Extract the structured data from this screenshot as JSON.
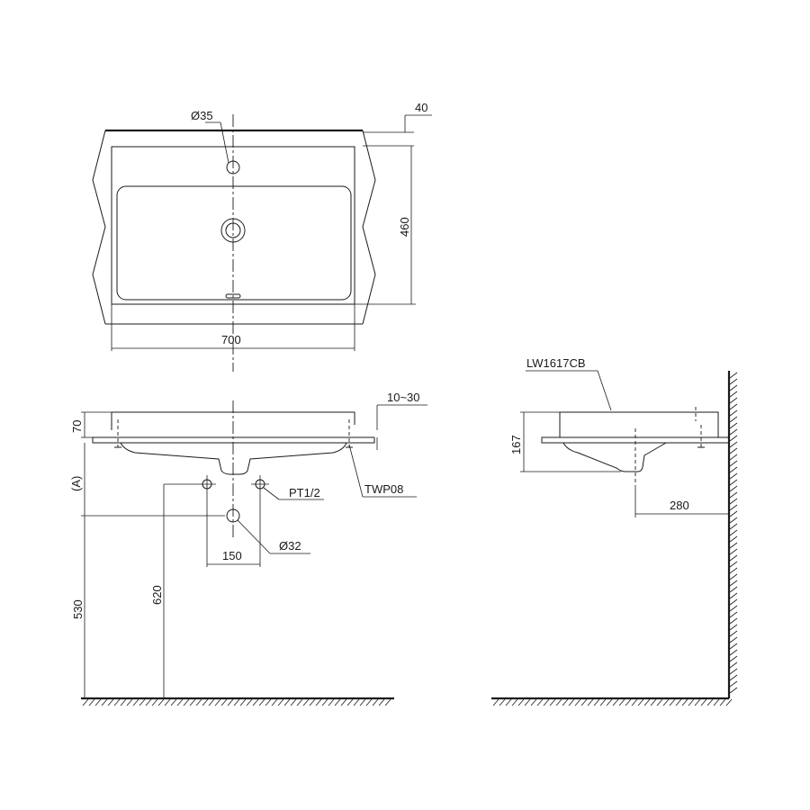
{
  "labels": {
    "dia35": "Ø35",
    "dim40": "40",
    "dim460": "460",
    "dim700": "700",
    "dim10_30": "10~30",
    "dim70": "70",
    "dimA": "(A)",
    "pt12": "PT1/2",
    "twp08": "TWP08",
    "dim150": "150",
    "dia32": "Ø32",
    "dim530": "530",
    "dim620": "620",
    "model": "LW1617CB",
    "dim167": "167",
    "dim280": "280"
  }
}
